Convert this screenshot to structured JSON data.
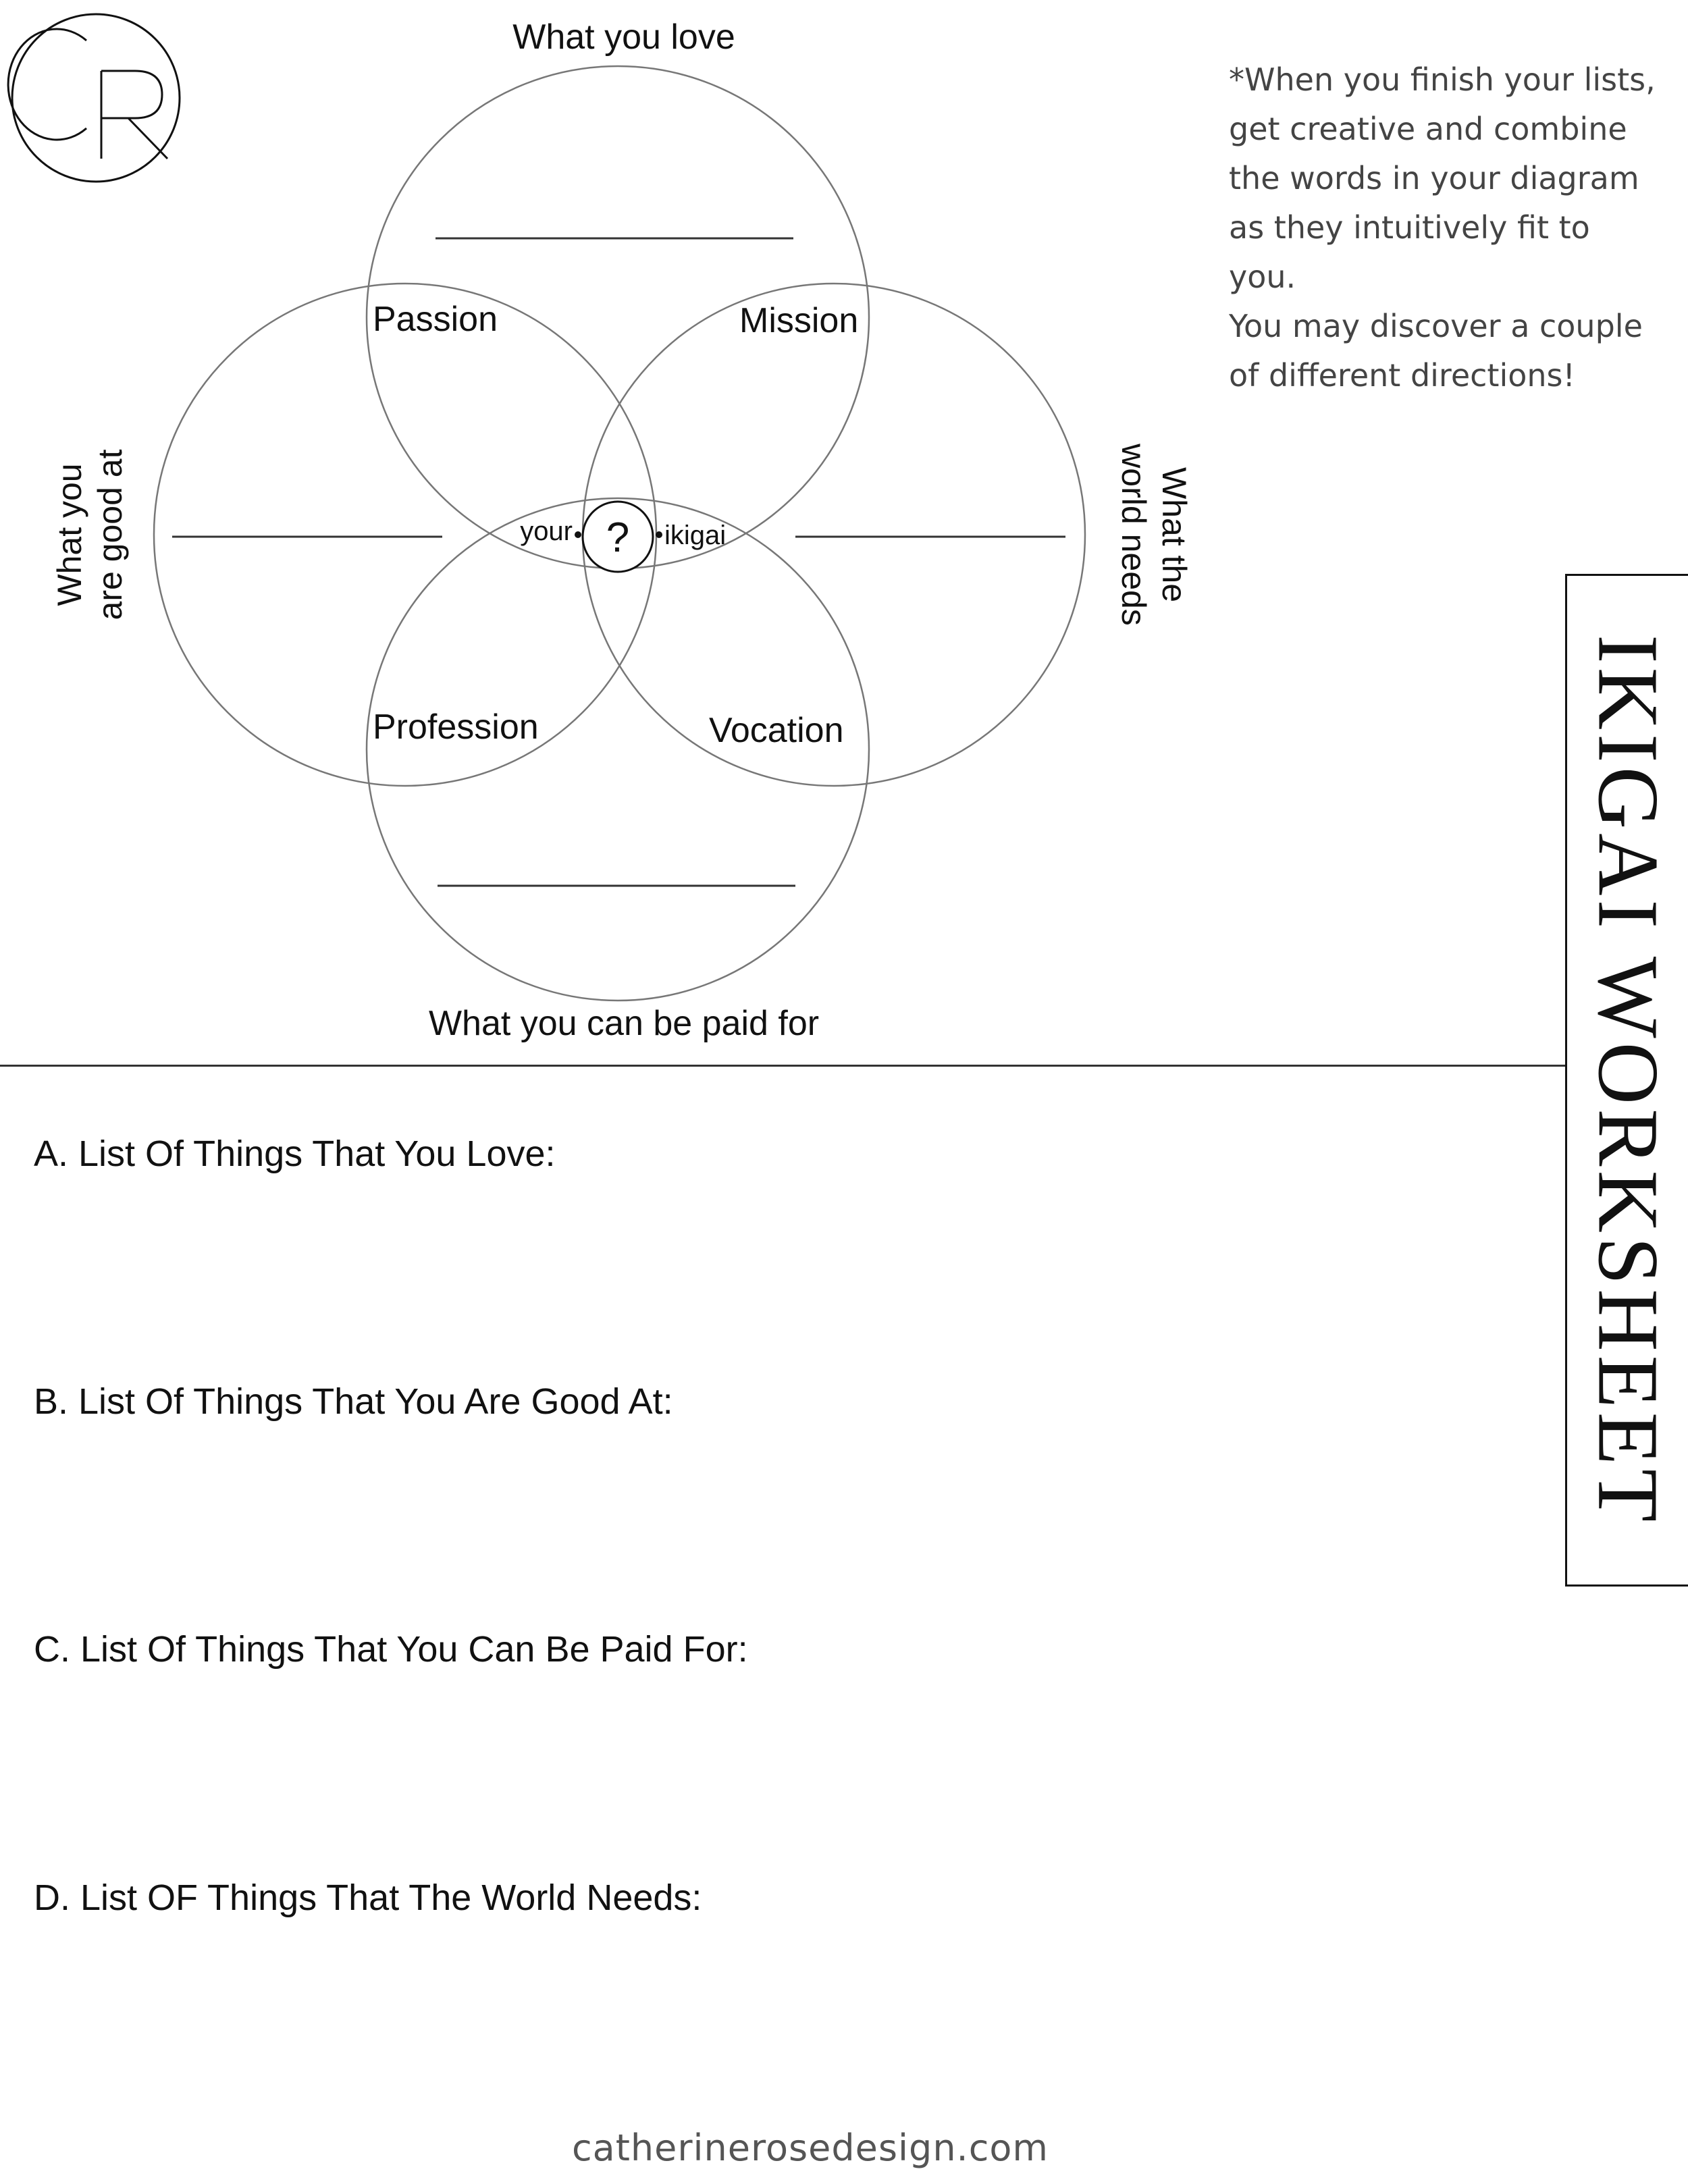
{
  "logo": {
    "letters": "CR"
  },
  "diagram": {
    "top_label": "What you love",
    "left_label_line1": "What you",
    "left_label_line2": "are good at",
    "right_label_line1": "What the",
    "right_label_line2": "world needs",
    "bottom_label": "What you can be paid for",
    "passion": "Passion",
    "mission": "Mission",
    "profession": "Profession",
    "vocation": "Vocation",
    "center_symbol": "?",
    "center_left": "your",
    "center_right": "ikigai"
  },
  "note": "*When you finish your lists,\nget creative and combine\nthe words in your diagram\nas they intuitively fit to you.\nYou may discover a couple\nof different directions!",
  "title": "IKIGAI WORKSHEET",
  "lists": {
    "a": "A. List Of Things That You Love:",
    "b": "B. List Of Things That You Are Good At:",
    "c": "C. List Of Things That You Can Be Paid For:",
    "d": "D. List OF Things That The World Needs:"
  },
  "footer": "catherinerosedesign.com"
}
